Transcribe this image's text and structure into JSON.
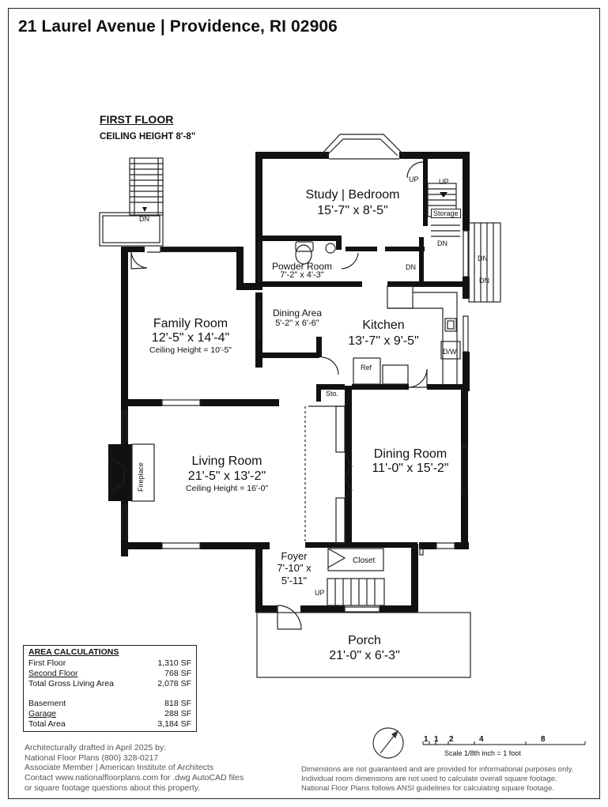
{
  "address": "21 Laurel Avenue | Providence, RI 02906",
  "floor_title": "FIRST FLOOR",
  "ceiling_height": "CEILING HEIGHT 8'-8\"",
  "rooms": {
    "study": {
      "name": "Study | Bedroom",
      "dims": "15'-7\" x 8'-5\""
    },
    "powder": {
      "name": "Powder Room",
      "dims": "7'-2\" x 4'-3\""
    },
    "dining_area": {
      "name": "Dining Area",
      "dims": "5'-2\" x 6'-6\""
    },
    "kitchen": {
      "name": "Kitchen",
      "dims": "13'-7\" x 9'-5\""
    },
    "family": {
      "name": "Family Room",
      "dims": "12'-5\" x 14'-4\"",
      "ceiling": "Ceiling Height = 10'-5\""
    },
    "living": {
      "name": "Living Room",
      "dims": "21'-5\" x 13'-2\"",
      "ceiling": "Ceiling Height = 16'-0\""
    },
    "dining_room": {
      "name": "Dining Room",
      "dims": "11'-0\" x 15'-2\""
    },
    "foyer": {
      "name": "Foyer",
      "dims1": "7'-10\" x",
      "dims2": "5'-11\""
    },
    "porch": {
      "name": "Porch",
      "dims": "21'-0\" x 6'-3\""
    }
  },
  "labels": {
    "dn": "DN",
    "up": "UP",
    "storage": "Storage",
    "dw": "D/W",
    "ref": "Ref",
    "sto": "Sto.",
    "closet": "Closet",
    "fireplace": "Fireplace"
  },
  "area": {
    "heading": "AREA CALCULATIONS",
    "rows": [
      {
        "name": "First Floor",
        "value": "1,310 SF"
      },
      {
        "name": "Second Floor",
        "value": "768 SF"
      },
      {
        "name": "Total Gross Living Area",
        "value": "2,078 SF"
      },
      {
        "name": "Basement",
        "value": "818 SF"
      },
      {
        "name": "Garage",
        "value": "288 SF"
      },
      {
        "name": "Total Area",
        "value": "3,184 SF"
      }
    ]
  },
  "footer_left": [
    "Architecturally drafted in April 2025 by:",
    "National Floor Plans   (800) 328-0217",
    "Associate Member | American Institute of Architects",
    "Contact www.nationalfloorplans.com for .dwg AutoCAD files",
    "or square footage questions about this property."
  ],
  "scale": {
    "ticks": [
      "1",
      "1",
      "2",
      "4",
      "8"
    ],
    "caption": "Scale 1/8th inch = 1 foot"
  },
  "footer_right": [
    "Dimensions are not guaranteed and are provided for informational purposes only.",
    "Individual room dimensions are not used to calculate overall square footage.",
    "National Floor Plans follows ANSI guidelines for calculating square footage."
  ]
}
